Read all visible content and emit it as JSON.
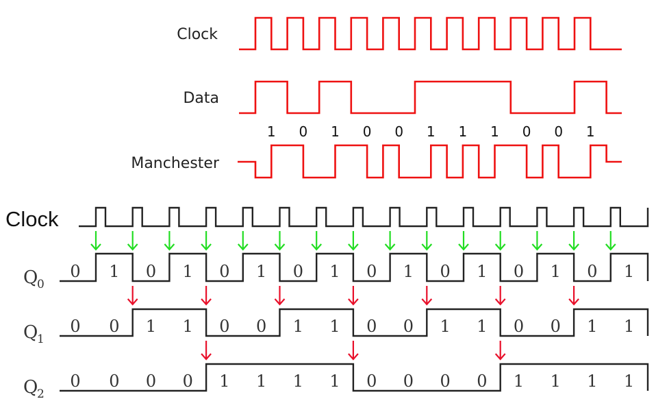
{
  "manchester_diagram": {
    "labels": {
      "clock": "Clock",
      "data": "Data",
      "manchester": "Manchester"
    },
    "data_bits": [
      "1",
      "0",
      "1",
      "0",
      "0",
      "1",
      "1",
      "1",
      "0",
      "0",
      "1"
    ],
    "clock_cycles": 11,
    "color": "#ee1111"
  },
  "counter_diagram": {
    "labels": {
      "clock": "Clock",
      "q0": "Q",
      "q0_sub": "0",
      "q1": "Q",
      "q1_sub": "1",
      "q2": "Q",
      "q2_sub": "2"
    },
    "clock_pulses": 15,
    "q0_bits": [
      "0",
      "1",
      "0",
      "1",
      "0",
      "1",
      "0",
      "1",
      "0",
      "1",
      "0",
      "1",
      "0",
      "1",
      "0",
      "1"
    ],
    "q1_bits": [
      "0",
      "0",
      "1",
      "1",
      "0",
      "0",
      "1",
      "1",
      "0",
      "0",
      "1",
      "1",
      "0",
      "0",
      "1",
      "1"
    ],
    "q2_bits": [
      "0",
      "0",
      "0",
      "0",
      "1",
      "1",
      "1",
      "1",
      "0",
      "0",
      "0",
      "0",
      "1",
      "1",
      "1",
      "1"
    ],
    "green_arrow_color": "#22dd22",
    "red_arrow_color": "#e8102a",
    "wave_color": "#222222"
  }
}
